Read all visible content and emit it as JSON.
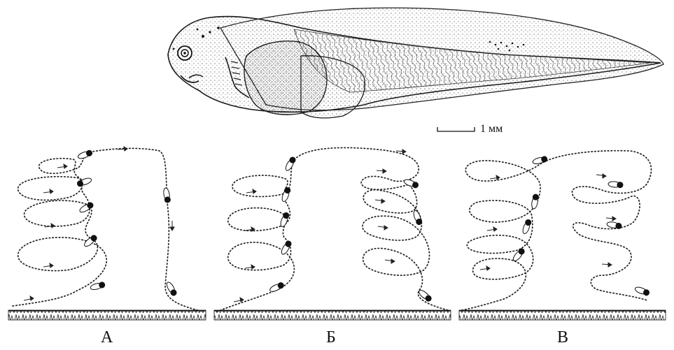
{
  "scale_bar": {
    "label": "1 мм"
  },
  "panels": [
    {
      "id": "A",
      "label": "А"
    },
    {
      "id": "B",
      "label": "Б"
    },
    {
      "id": "V",
      "label": "В"
    }
  ],
  "colors": {
    "ink": "#1a1a1a",
    "dots": "#333333",
    "background": "#ffffff"
  }
}
